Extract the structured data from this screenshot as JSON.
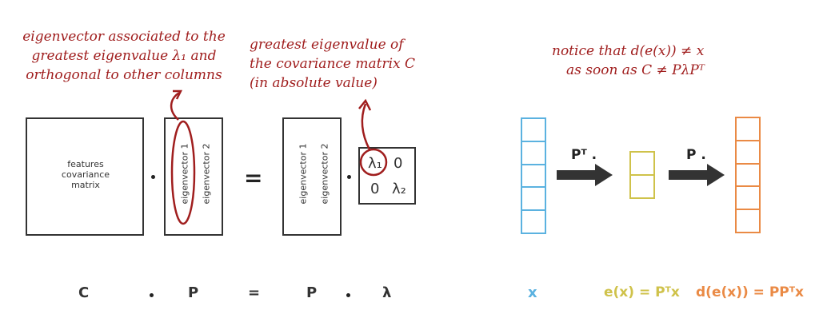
{
  "annotations": {
    "eigvec_note": [
      "eigenvector associated to the",
      "greatest eigenvalue λ₁ and",
      "orthogonal to other columns"
    ],
    "eigval_note": [
      "greatest eigenvalue of",
      "the covariance matrix C",
      "(in absolute value)"
    ],
    "notice_note": [
      "notice that  d(e(x)) ≠ x",
      "as soon as  C ≠ PλPᵀ"
    ]
  },
  "matrices": {
    "covariance_label": "features covariance matrix",
    "p_col1": "eigenvector 1",
    "p_col2": "eigenvector 2",
    "lambda_11": "λ₁",
    "lambda_12": "0",
    "lambda_21": "0",
    "lambda_22": "λ₂"
  },
  "operators": {
    "dot": "·",
    "equals": "="
  },
  "bottom_labels": {
    "c": "C",
    "p_left": "P",
    "p_right": "P",
    "lambda": "λ"
  },
  "pipeline": {
    "encode_label": "Pᵀ .",
    "decode_label": "P .",
    "x_label": "x",
    "ex_label": "e(x) = Pᵀx",
    "dex_label": "d(e(x)) = PPᵀx"
  },
  "colors": {
    "annotation": "#a01e1e",
    "x_color": "#5bb2e0",
    "e_color": "#cfc24a",
    "d_color": "#ea8a45",
    "arrow": "#333333"
  }
}
